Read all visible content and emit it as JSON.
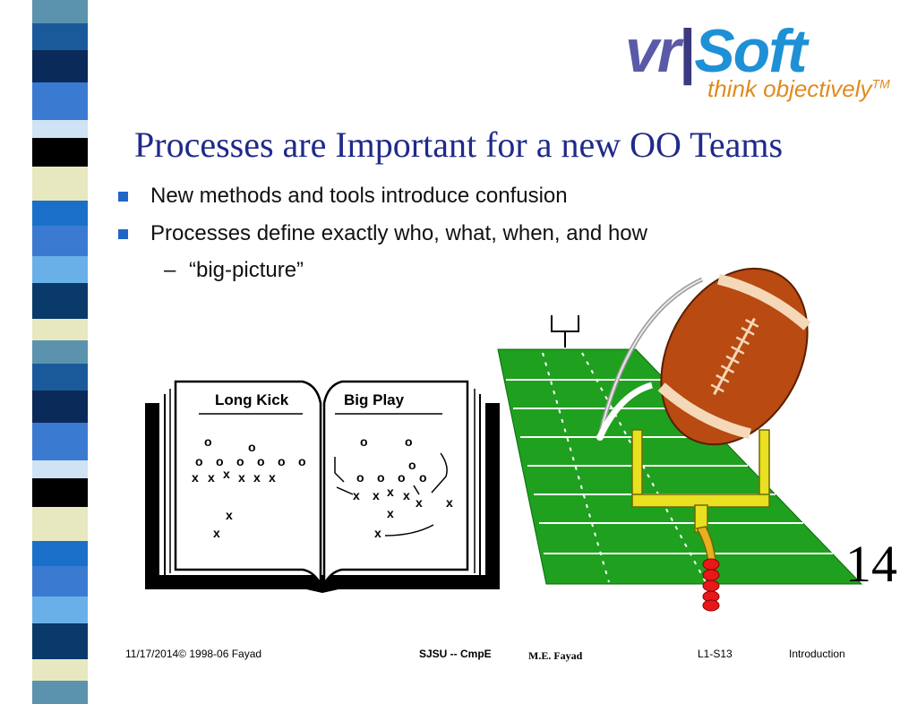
{
  "logo": {
    "vr": "vr",
    "bar": "|",
    "soft": "Soft",
    "tagline": "think objectively",
    "tm": "TM"
  },
  "slide": {
    "title": "Processes are Important for a new OO Teams",
    "bullets": [
      "New methods and tools introduce confusion",
      "Processes define exactly who, what, when, and how"
    ],
    "sub_bullet_dash": "–",
    "sub_bullet": "“big-picture”",
    "slide_number": "14"
  },
  "book": {
    "left_page_title": "Long Kick",
    "right_page_title": "Big Play",
    "o_mark": "o",
    "x_mark": "x"
  },
  "footer": {
    "date": "11/17/2014",
    "copyright": "© 1998-06 Fayad",
    "course": "SJSU -- CmpE",
    "author": "M.E. Fayad",
    "code": "L1-S13",
    "section": "Introduction"
  },
  "colors": {
    "title": "#1f2a8a",
    "bullet_square": "#1f66c8",
    "field_green": "#1fa01f",
    "goalpost_yellow": "#e8e020",
    "football_brown": "#b84a12"
  }
}
